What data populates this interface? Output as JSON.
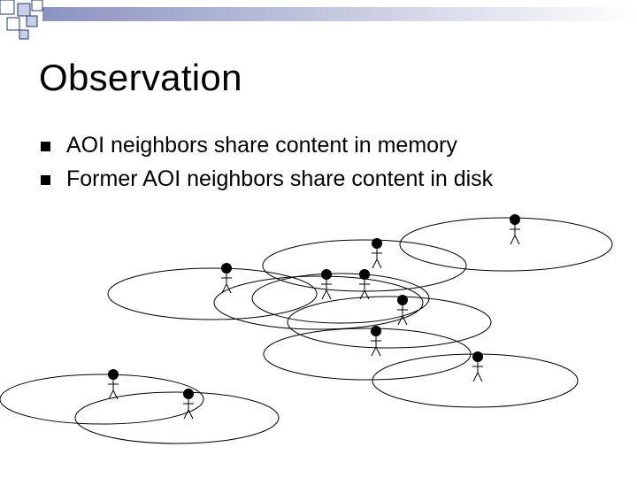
{
  "slide": {
    "title": "Observation",
    "bullets": [
      "AOI neighbors share content in memory",
      "Former AOI neighbors share content in disk"
    ]
  },
  "colors": {
    "decoration": "#1f3a7a",
    "decoration_light": "#c9cfe3",
    "ink": "#000000"
  }
}
